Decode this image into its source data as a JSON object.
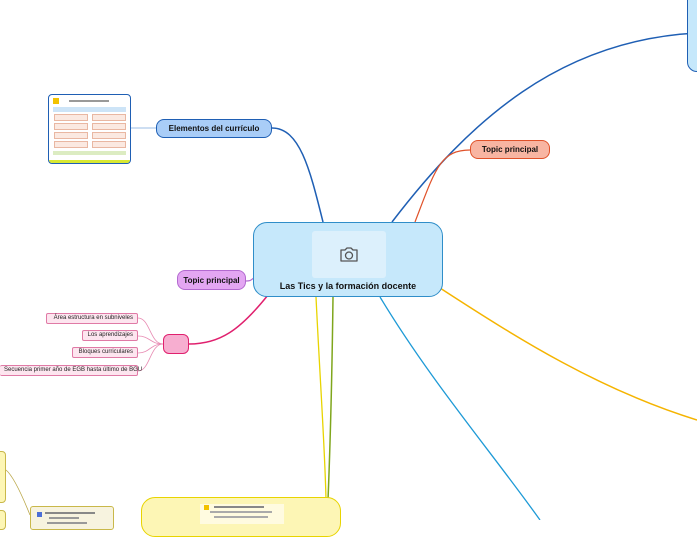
{
  "central": {
    "title": "Las Tics y la formación docente",
    "icon": "camera-icon"
  },
  "topics": {
    "elementos": "Elementos del currículo",
    "topic_right": "Topic principal",
    "topic_left": "Topic principal"
  },
  "leaves": [
    "Área estructura en subniveles",
    "Los aprendizajes",
    "Bloques curriculares",
    "Secuencia primer año de EGB hasta último de BGU"
  ],
  "colors": {
    "central_bg": "#c6e8fb",
    "central_border": "#2f8ec9",
    "blue_branch": "#1f5fb4",
    "orange_branch": "#e0522a",
    "yellow_branch": "#f5b400",
    "cyan_branch": "#1e9ad6",
    "green_branch": "#7fa61c",
    "pink_branch": "#e0206e",
    "purple_topic": "#e3a6f2"
  }
}
